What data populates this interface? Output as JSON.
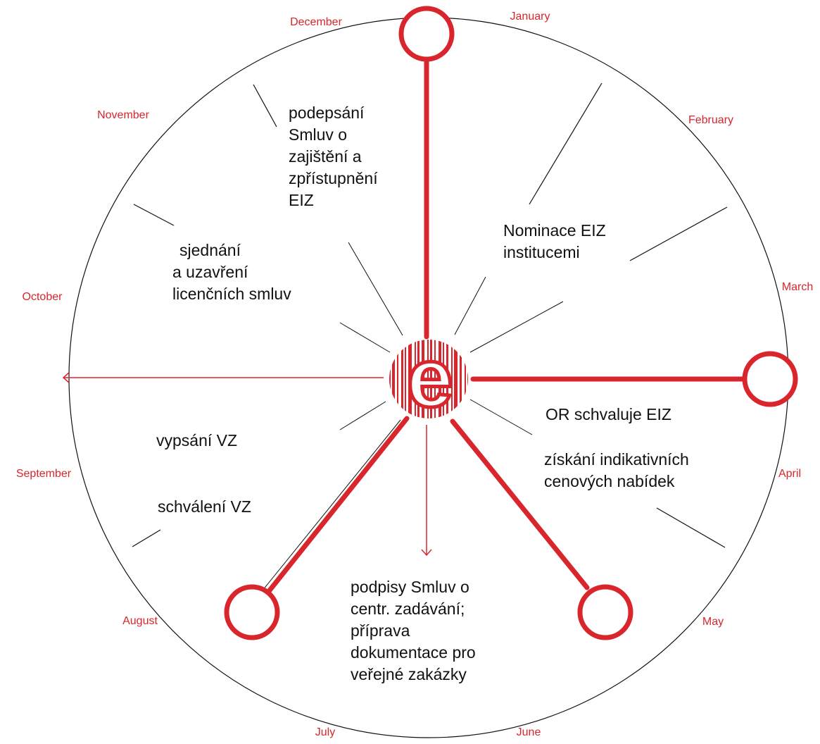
{
  "months": [
    {
      "id": "january",
      "label": "January"
    },
    {
      "id": "february",
      "label": "February"
    },
    {
      "id": "march",
      "label": "March"
    },
    {
      "id": "april",
      "label": "April"
    },
    {
      "id": "may",
      "label": "May"
    },
    {
      "id": "june",
      "label": "June"
    },
    {
      "id": "july",
      "label": "July"
    },
    {
      "id": "august",
      "label": "August"
    },
    {
      "id": "september",
      "label": "September"
    },
    {
      "id": "october",
      "label": "October"
    },
    {
      "id": "november",
      "label": "November"
    },
    {
      "id": "december",
      "label": "December"
    }
  ],
  "activities": [
    {
      "id": "signing-eiz-contracts",
      "lines": [
        "podepsání",
        "Smluv o",
        "zajištění a",
        "zpřístupnění",
        "EIZ"
      ]
    },
    {
      "id": "eiz-nomination",
      "lines": [
        "Nominace EIZ",
        "institucemi"
      ]
    },
    {
      "id": "license-negotiation",
      "lines": [
        "sjednání",
        "a uzavření",
        "licenčních smluv"
      ]
    },
    {
      "id": "or-approval",
      "lines": [
        "OR schvaluje EIZ"
      ]
    },
    {
      "id": "indicative-offers",
      "lines": [
        "získání indikativních",
        "cenových nabídek"
      ]
    },
    {
      "id": "vz-announcement",
      "lines": [
        "vypsání VZ"
      ]
    },
    {
      "id": "vz-approval",
      "lines": [
        "schválení VZ"
      ]
    },
    {
      "id": "central-procurement",
      "lines": [
        "podpisy Smluv o",
        "centr. zadávání;",
        "příprava",
        "dokumentace pro",
        "veřejné zakázky"
      ]
    }
  ],
  "logo": {
    "letter": "e"
  },
  "colors": {
    "accent": "#d8262c",
    "ring": "#111111",
    "text": "#111111"
  }
}
